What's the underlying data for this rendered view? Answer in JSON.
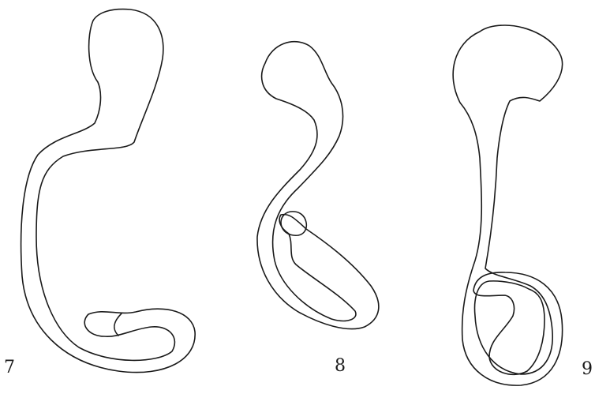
{
  "figures": [
    {
      "number": "7"
    },
    {
      "number": "8"
    },
    {
      "number": "9"
    }
  ],
  "colors": {
    "background": "#ffffff",
    "line": "#1a1a1a"
  }
}
